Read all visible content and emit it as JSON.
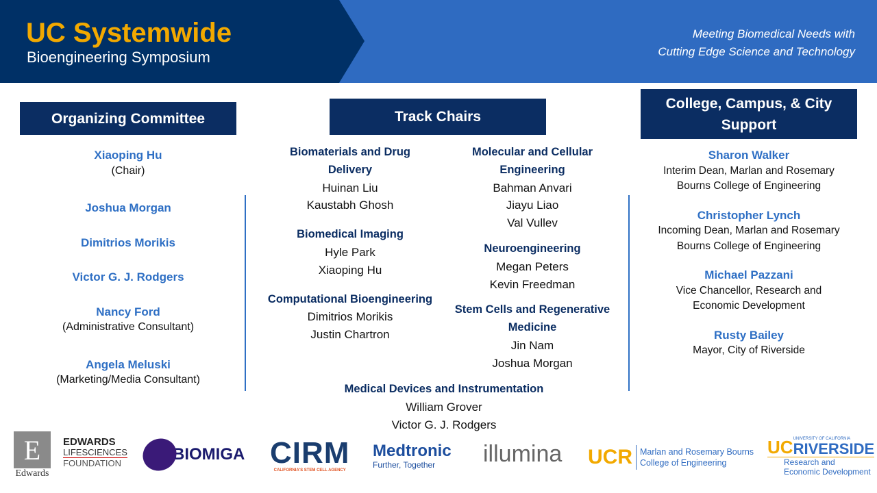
{
  "header": {
    "title": "UC Systemwide",
    "subtitle": "Bioengineering Symposium",
    "tagline_1": "Meeting Biomedical Needs with",
    "tagline_2": "Cutting Edge Science and Technology"
  },
  "organizing": {
    "heading": "Organizing Committee",
    "members": [
      {
        "name": "Xiaoping Hu",
        "role": "(Chair)"
      },
      {
        "name": "Joshua Morgan"
      },
      {
        "name": "Dimitrios Morikis"
      },
      {
        "name": "Victor G. J. Rodgers"
      },
      {
        "name": "Nancy Ford",
        "role": "(Administrative Consultant)"
      },
      {
        "name": "Angela Meluski",
        "role": "(Marketing/Media Consultant)"
      }
    ]
  },
  "tracks": {
    "heading": "Track Chairs",
    "items": [
      {
        "title": "Biomaterials and Drug Delivery",
        "chairs": [
          "Huinan Liu",
          "Kaustabh Ghosh"
        ]
      },
      {
        "title": "Biomedical Imaging",
        "chairs": [
          "Hyle Park",
          "Xiaoping Hu"
        ]
      },
      {
        "title": "Computational Bioengineering",
        "chairs": [
          "Dimitrios Morikis",
          "Justin Chartron"
        ]
      },
      {
        "title": "Molecular and Cellular Engineering",
        "chairs": [
          "Bahman Anvari",
          "Jiayu Liao",
          "Val Vullev"
        ]
      },
      {
        "title": "Neuroengineering",
        "chairs": [
          "Megan Peters",
          "Kevin Freedman"
        ]
      },
      {
        "title": "Stem Cells and Regenerative Medicine",
        "chairs": [
          "Jin Nam",
          "Joshua Morgan"
        ]
      },
      {
        "title": "Medical Devices and Instrumentation",
        "chairs": [
          "William Grover",
          "Victor G. J. Rodgers"
        ]
      }
    ]
  },
  "support": {
    "heading": "College, Campus, & City Support",
    "members": [
      {
        "name": "Sharon Walker",
        "role": "Interim Dean, Marlan and Rosemary Bourns College of Engineering"
      },
      {
        "name": "Christopher Lynch",
        "role": "Incoming Dean, Marlan and Rosemary Bourns College of Engineering"
      },
      {
        "name": "Michael Pazzani",
        "role": "Vice Chancellor, Research and Economic Development"
      },
      {
        "name": "Rusty Bailey",
        "role": "Mayor, City of Riverside"
      }
    ]
  },
  "sponsors": {
    "edwards": "Edwards",
    "edwards_found_1": "EDWARDS",
    "edwards_found_2": "LIFESCIENCES",
    "edwards_found_3": "FOUNDATION",
    "biomiga": "BIOMIGA",
    "cirm": "CIRM",
    "cirm_sub": "CALIFORNIA'S STEM CELL AGENCY",
    "medtronic": "Medtronic",
    "medtronic_sub": "Further, Together",
    "illumina": "illumina",
    "ucr": "UCR",
    "ucr_coe_1": "Marlan and Rosemary Bourns",
    "ucr_coe_2": "College of Engineering",
    "ucr_uc": "UC",
    "ucr_riverside": "RIVERSIDE",
    "ucr_univ": "UNIVERSITY OF CALIFORNIA",
    "ucr_red_1": "Research and",
    "ucr_red_2": "Economic Development"
  },
  "colors": {
    "navy": "#003066",
    "blue": "#2f6bc1",
    "gold": "#f2a900",
    "name_blue": "#2e6fc4"
  }
}
